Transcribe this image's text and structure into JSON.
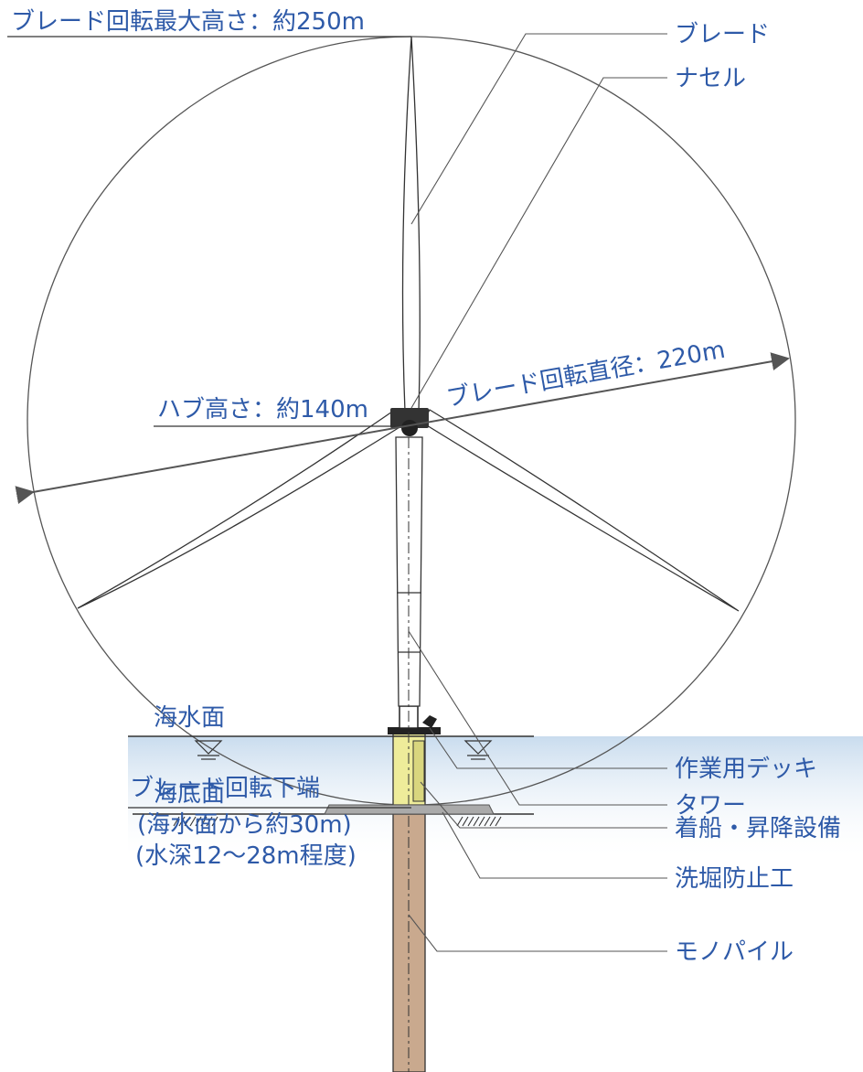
{
  "labels": {
    "max_height": "ブレード回転最大高さ：約250m",
    "hub_height": "ハブ高さ：約140m",
    "rotor_diameter": "ブレード回転直径：220m",
    "blade_bottom_line1": "ブレード回転下端",
    "blade_bottom_line2": "(海水面から約30m)",
    "sea_surface": "海水面",
    "seabed": "海底面",
    "water_depth": "(水深12～28m程度)"
  },
  "callouts": {
    "blade": "ブレード",
    "nacelle": "ナセル",
    "tower": "タワー",
    "work_deck": "作業用デッキ",
    "boat_landing": "着船・昇降設備",
    "scour_protection": "洗堀防止工",
    "monopile": "モノパイル"
  },
  "colors": {
    "label_text": "#2e5aa8",
    "water": "#d6e4f2",
    "transition_piece": "#f2f0a6",
    "monopile": "#c9a98e",
    "line": "#555555"
  }
}
